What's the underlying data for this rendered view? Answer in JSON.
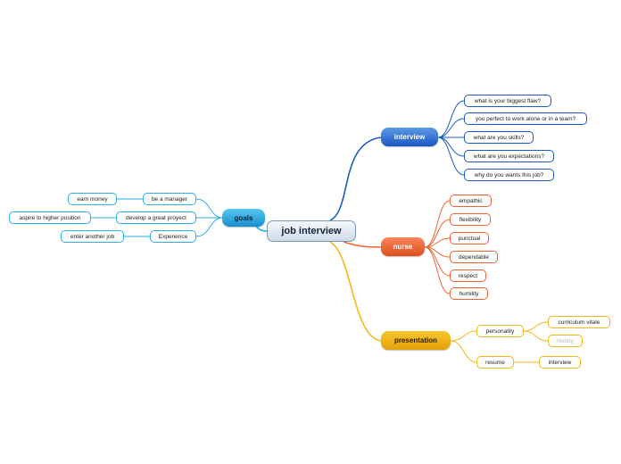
{
  "central": {
    "label": "job interview"
  },
  "goals": {
    "label": "goals",
    "color": "#2aaee5",
    "children": [
      {
        "label": "be a manager",
        "child": "earn money"
      },
      {
        "label": "develop a great proyect",
        "child": "aspire to higher position"
      },
      {
        "label": "Experience",
        "child": "enter another job"
      }
    ]
  },
  "interview": {
    "label": "interview",
    "color": "#1c5bbf",
    "items": [
      "what is your biggest flaw?",
      "you perfect to work alone or in a team?",
      "what are you skills?",
      "what are you expectations?",
      "why do you wants this job?"
    ]
  },
  "nurse": {
    "label": "nurse",
    "color": "#ec6434",
    "items": [
      "empathic",
      "flexibility",
      "punctual",
      "dependable",
      "respect",
      "humility"
    ]
  },
  "presentation": {
    "label": "presentation",
    "color": "#f2b71d",
    "personality": {
      "label": "personality",
      "children": [
        "curriculum vitale",
        "Hobby"
      ]
    },
    "resume": {
      "label": "resume",
      "child": "interview"
    }
  }
}
